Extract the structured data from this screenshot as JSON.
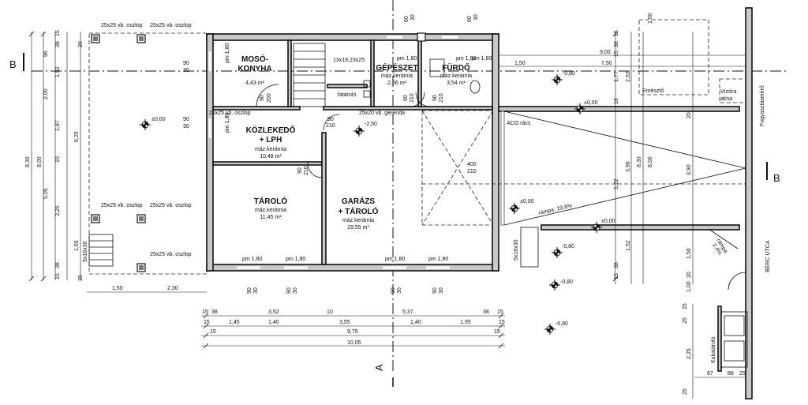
{
  "rooms": {
    "moso": {
      "name1": "MOSÓ-",
      "name2": "KONYHA",
      "finish": "",
      "area": "4,43 m²"
    },
    "gepeszet": {
      "name": "GÉPÉSZET",
      "finish": "máz.kerámia",
      "area": "2,66 m²"
    },
    "furdo": {
      "name": "FÜRDŐ",
      "finish": "máz.kerámia",
      "area": "3,54 m²"
    },
    "kozlekedo": {
      "name1": "KÖZLEKEDŐ",
      "name2": "+ LPH",
      "finish": "máz.kerámia",
      "area": "10,48 m²"
    },
    "tarolo": {
      "name": "TÁROLÓ",
      "finish": "máz.kerámia",
      "area": "11,45 m²"
    },
    "garazs": {
      "name1": "GARÁZS",
      "name2": "+ TÁROLÓ",
      "finish": "máz.kerámia",
      "area": "29,55 m²"
    }
  },
  "labels": {
    "column_1": "25x25 vb. oszlop",
    "column_2": "25x25 vb. oszlop",
    "column_3": "25x25 vb. oszlop",
    "column_4": "25x25 vb. oszlop",
    "column_5": "25x25 vb. oszlop",
    "column_6": "25x25 vb. oszlop",
    "beam": "25x20 vb. gerenda",
    "stair": "13x19,23x25",
    "wood_store": "fatároló",
    "aco": "ACO rács",
    "ramp": "rámpa: 19,8%",
    "ramp2": "rámpa",
    "ramp2_pct": "2,4%",
    "shaft": "Emésztő",
    "water_meter1": "Vízóra",
    "water_meter2": "akna",
    "gas_meter": "Fogyasztásmérő",
    "street": "BÉRC UTCA",
    "bins": "Kukatároló",
    "steps": "5x16x30",
    "steps2": "5x16x30",
    "section_b": "B",
    "section_b2": "B",
    "section_a": "A"
  },
  "levels": {
    "l1": "±0,00",
    "l2": "-2,50",
    "l3": "-0,80",
    "l4": "±0,00",
    "l5": "±0,00",
    "l6": "±0,00",
    "l7": "-0,80",
    "l8": "-0,80",
    "l9": "-0,80"
  },
  "openings": {
    "pm1": "pm 1,80",
    "pm2": "pm 1,80",
    "pm3": "pm 1,80",
    "pm4": "pm 1,80",
    "pm5": "pm 1,80",
    "pm6": "pm 1,80",
    "pm7": "pm 1,80",
    "pm8": "pm 1,80",
    "pm9": "pm 1,80",
    "d1a": "90",
    "d1b": "30",
    "d2a": "90",
    "d2b": "30",
    "d3a": "90",
    "d3b": "210",
    "d4a": "90",
    "d4b": "210",
    "d5a": "90",
    "d5b": "210",
    "d6a": "90",
    "d6b": "210",
    "d7a": "90",
    "d7b": "200",
    "gate_a": "400",
    "gate_b": "210"
  },
  "dims_bottom": {
    "r1": [
      "15",
      "38",
      "3,52",
      "10",
      "5,37",
      "38",
      "15"
    ],
    "r2": [
      "15",
      "1,45",
      "1,40",
      "3,55",
      "1,40",
      "1,95",
      "15"
    ],
    "r3": [
      "15",
      "9,75",
      "15"
    ],
    "r4": "10,05",
    "left_a": "1,50",
    "left_b": "2,30"
  },
  "dims_left": {
    "c1": [
      "15",
      "38",
      "96",
      "1,92",
      "2,00",
      "1,87",
      "10",
      "3,25",
      "38",
      "15"
    ],
    "c2": "8,30",
    "c3": "8,00",
    "c4": "5,05",
    "c5": "6,25",
    "c6": "1,65",
    "c7": [
      "20",
      "20"
    ]
  },
  "dims_right": {
    "top1": "9,00",
    "top2": "7,50",
    "top3": "1,50",
    "v1": [
      "15",
      "38",
      "15",
      "1,77",
      "2,52",
      "10",
      "3,96",
      "5,22",
      "1,52",
      "38",
      "15"
    ],
    "v2": "8,30",
    "v3": "8,00",
    "v4": [
      "20",
      "3,90",
      "1,50",
      "20"
    ],
    "v5": "1,00",
    "v6": "1,00",
    "v7": [
      "25",
      "25",
      "2,25",
      "25"
    ],
    "h1": [
      "87",
      "88",
      "25"
    ],
    "vt": [
      "60",
      "30",
      "60",
      "30"
    ]
  }
}
